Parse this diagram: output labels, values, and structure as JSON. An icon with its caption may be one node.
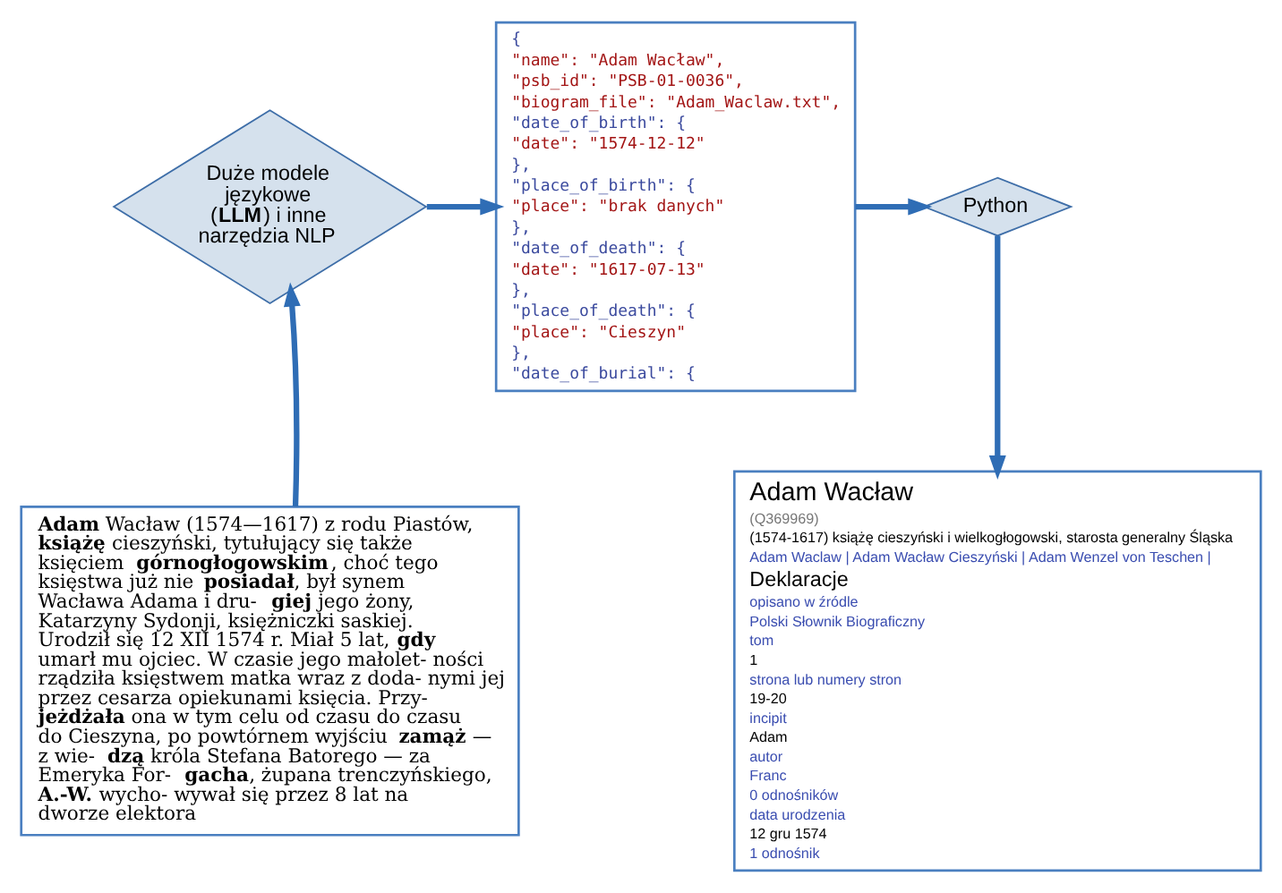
{
  "diagram": {
    "nodes": [
      {
        "text": [
          "Duże modele językowe (**LLM**) i inne narzędzia NLP"
        ]
      },
      {
        "text": [
          "{",
          "\"name\": \"Adam Wacław\",",
          "\"psb_id\": \"PSB-01-0036\",",
          "\"biogram_file\": \"Adam_Waclaw.txt\",",
          "\"date_of_birth\": {",
          "\"date\": \"1574-12-12\"",
          "},",
          "\"place_of_birth\": {",
          "\"place\": \"brak danych\"",
          "},",
          "\"date_of_death\": {",
          "\"date\": \"1617-07-13\"",
          "},",
          "\"place_of_death\": {",
          "\"place\": \"Cieszyn\"",
          "},",
          "\"date_of_burial\": {"
        ]
      },
      {
        "text": [
          "Python"
        ]
      },
      {
        "text": [
          "**Adam** Wacław (1574—1617) z rodu Piastów, **książę** cieszyński, tytułujący się także księciem **górnogłogowskim**, choć tego księstwa już nie **posiadał**, był synem Wacława Adama i dru- **giej** jego żony, Katarzyny Sydonji, księżniczki saskiej. Urodził się 12 XII 1574 r. Miał 5 lat, **gdy** umarł mu ojciec. W czasie jego małolet- ności rządziła księstwem matka wraz z doda- nymi jej przez cesarza opiekunami księcia. Przy- **jeżdżała** ona w tym celu od czasu do czasu do Cieszyna, po powtórnem wyjściu **zamąż** — z wie- **dzą** króla Stefana Batorego — za Emeryka For- **gacha**, żupana trenczyńskiego, **A.-W.** wycho- wywał się przez 8 lat na dworze elektora"
        ]
      },
      {
        "text": [
          "Adam Wacław",
          "(Q369969)",
          "(1574-1617) książę cieszyński i wielkogłogowski, starosta generalny Śląska",
          "Adam Waclaw | Adam Wacław Cieszyński | Adam Wenzel von Teschen |",
          "Deklaracje",
          "opisano w źródle",
          "Polski Słownik Biograficzny",
          "tom",
          "1",
          "strona lub numery stron",
          "19-20",
          "incipit",
          "Adam",
          "autor",
          "Franc",
          "0 odnośników",
          "data urodzenia",
          "12 gru 1574",
          "1 odnośnik"
        ]
      }
    ],
    "edges": [
      {
        "from": 3,
        "to": 0,
        "arrow": "to"
      },
      {
        "from": 0,
        "to": 1,
        "arrow": "to"
      },
      {
        "from": 1,
        "to": 2,
        "arrow": "to"
      },
      {
        "from": 2,
        "to": 4,
        "arrow": "to"
      }
    ]
  }
}
